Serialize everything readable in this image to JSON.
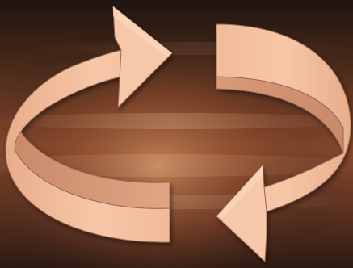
{
  "diagram": {
    "type": "cycle",
    "arrow_count": 2,
    "direction": "clockwise",
    "arrows": [
      {
        "name": "left-arrow",
        "points_to": "top-right"
      },
      {
        "name": "right-arrow",
        "points_to": "bottom-left"
      }
    ]
  },
  "colors": {
    "arrow_fill_light": "#f6c7a8",
    "arrow_fill_mid": "#e8ad8b",
    "arrow_fill_dark": "#c98a6a",
    "arrow_edge": "#9a6a52",
    "background_dark": "#1e1410",
    "background_warm": "#8a4a2c",
    "background_glow": "#c98a5e"
  }
}
